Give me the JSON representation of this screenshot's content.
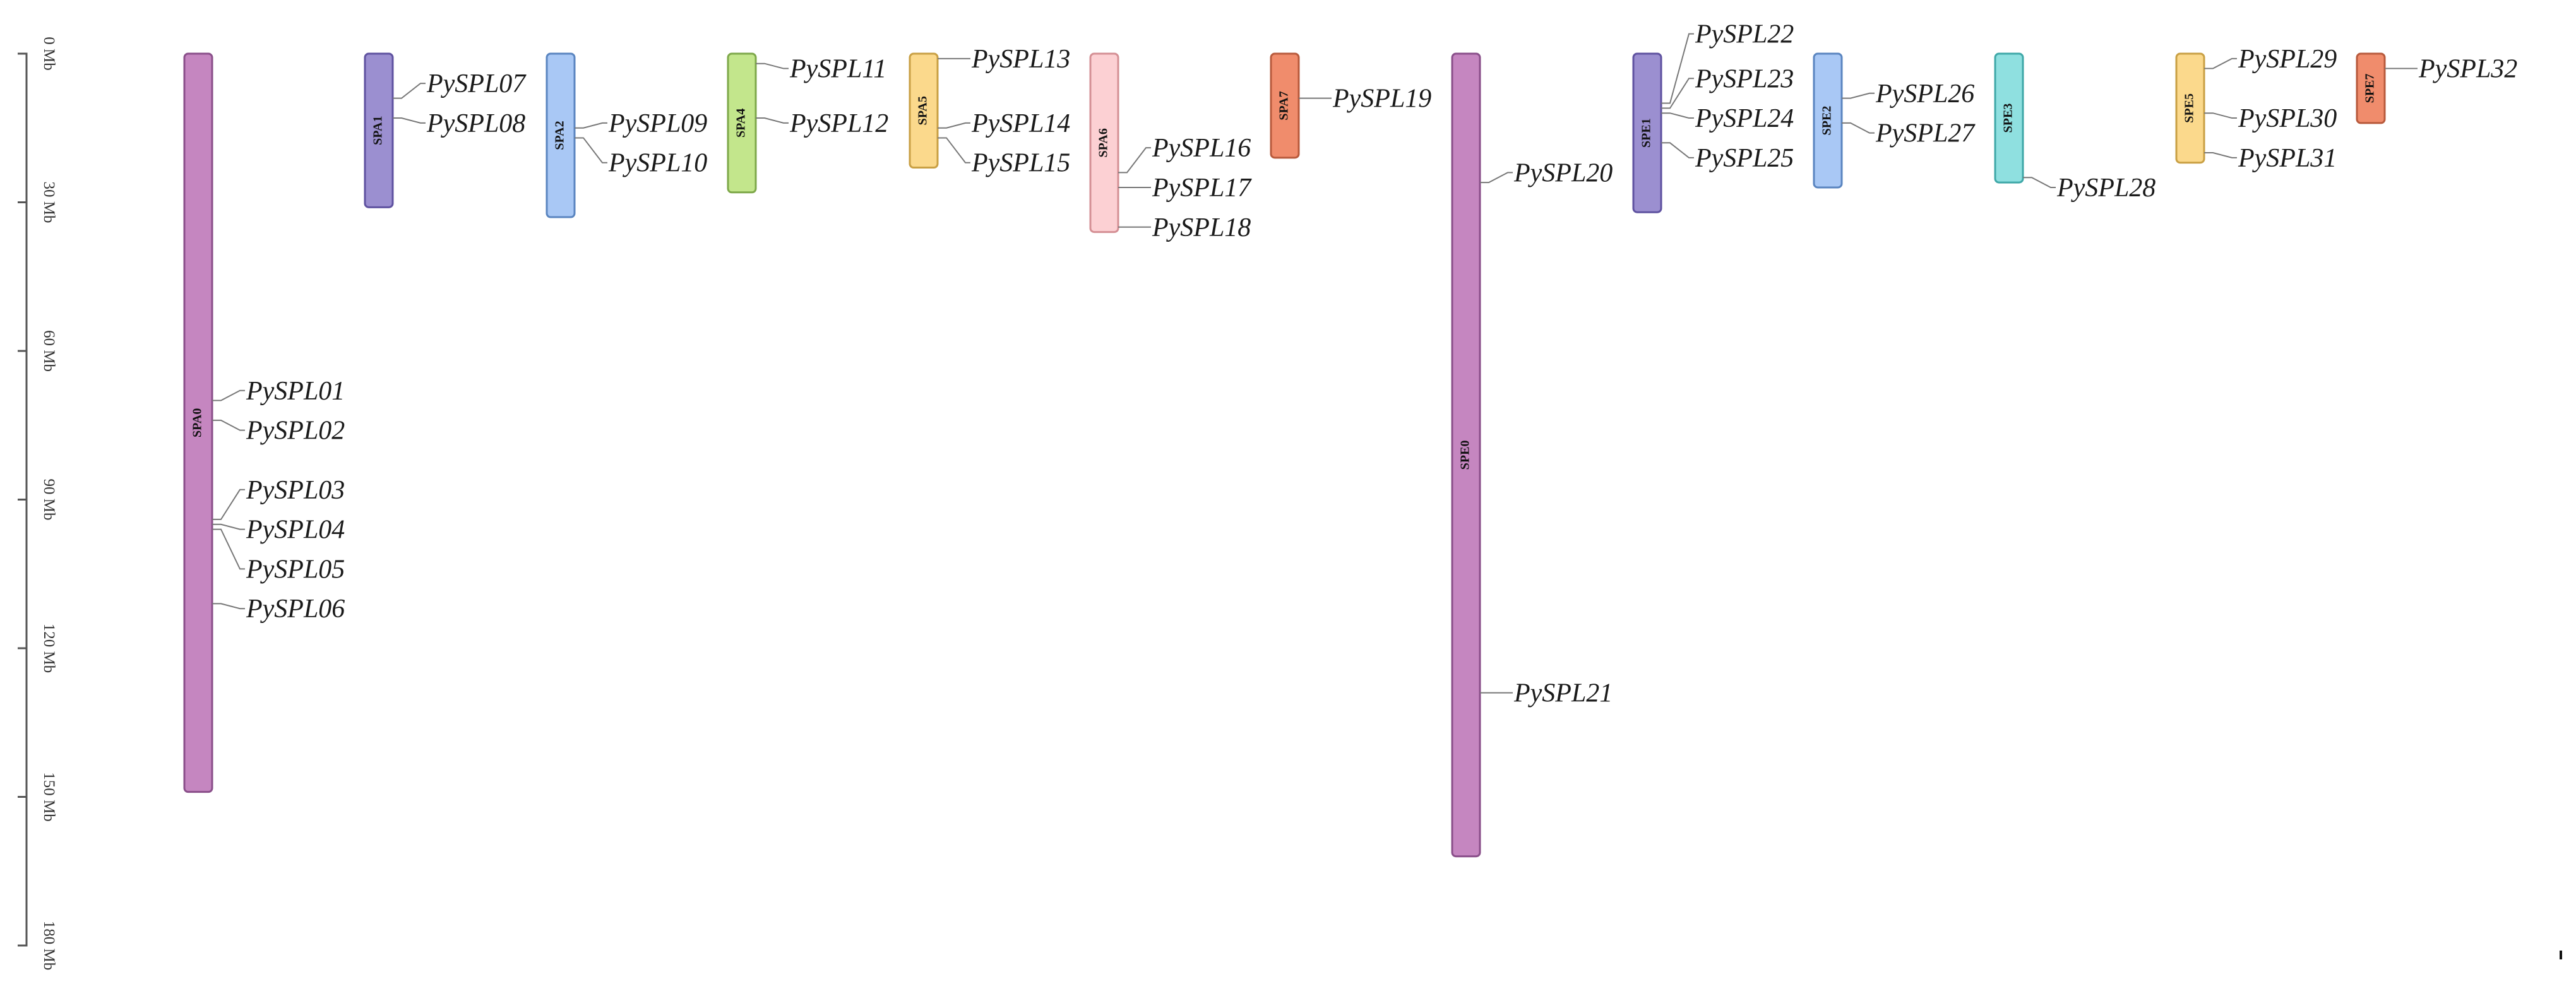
{
  "axis": {
    "unit": "Mb",
    "max": 180,
    "ticks": [
      {
        "value": 0,
        "label": "0 Mb"
      },
      {
        "value": 30,
        "label": "30 Mb"
      },
      {
        "value": 60,
        "label": "60 Mb"
      },
      {
        "value": 90,
        "label": "90 Mb"
      },
      {
        "value": 120,
        "label": "120 Mb"
      },
      {
        "value": 150,
        "label": "150 Mb"
      },
      {
        "value": 180,
        "label": "180 Mb"
      }
    ]
  },
  "chromosomes": [
    {
      "name": "SPA0",
      "length": 149,
      "color": "#c586c0",
      "stroke": "#8a4f8a",
      "genes": [
        {
          "name": "PySPL01",
          "pos": 70,
          "label_pos": 68
        },
        {
          "name": "PySPL02",
          "pos": 74,
          "label_pos": 76
        },
        {
          "name": "PySPL03",
          "pos": 94,
          "label_pos": 88
        },
        {
          "name": "PySPL04",
          "pos": 95,
          "label_pos": 96
        },
        {
          "name": "PySPL05",
          "pos": 96,
          "label_pos": 104
        },
        {
          "name": "PySPL06",
          "pos": 111,
          "label_pos": 112
        }
      ]
    },
    {
      "name": "SPA1",
      "length": 31,
      "color": "#9b8fd0",
      "stroke": "#5f52a0",
      "genes": [
        {
          "name": "PySPL07",
          "pos": 9,
          "label_pos": 6
        },
        {
          "name": "PySPL08",
          "pos": 13,
          "label_pos": 14
        }
      ]
    },
    {
      "name": "SPA2",
      "length": 33,
      "color": "#a9c8f5",
      "stroke": "#5a85c0",
      "genes": [
        {
          "name": "PySPL09",
          "pos": 15,
          "label_pos": 14
        },
        {
          "name": "PySPL10",
          "pos": 17,
          "label_pos": 22
        }
      ]
    },
    {
      "name": "SPA4",
      "length": 28,
      "color": "#c3e68c",
      "stroke": "#7ea84a",
      "genes": [
        {
          "name": "PySPL11",
          "pos": 2,
          "label_pos": 3
        },
        {
          "name": "PySPL12",
          "pos": 13,
          "label_pos": 14
        }
      ]
    },
    {
      "name": "SPA5",
      "length": 23,
      "color": "#fbd98c",
      "stroke": "#c9a044",
      "genes": [
        {
          "name": "PySPL13",
          "pos": 1,
          "label_pos": 1
        },
        {
          "name": "PySPL14",
          "pos": 15,
          "label_pos": 14
        },
        {
          "name": "PySPL15",
          "pos": 17,
          "label_pos": 22
        }
      ]
    },
    {
      "name": "SPA6",
      "length": 36,
      "color": "#fcd0d3",
      "stroke": "#d48f94",
      "genes": [
        {
          "name": "PySPL16",
          "pos": 24,
          "label_pos": 19
        },
        {
          "name": "PySPL17",
          "pos": 27,
          "label_pos": 27
        },
        {
          "name": "PySPL18",
          "pos": 35,
          "label_pos": 35
        }
      ]
    },
    {
      "name": "SPA7",
      "length": 21,
      "color": "#f08c6c",
      "stroke": "#b85a3c",
      "genes": [
        {
          "name": "PySPL19",
          "pos": 9,
          "label_pos": 9
        }
      ]
    },
    {
      "name": "SPE0",
      "length": 162,
      "color": "#c586c0",
      "stroke": "#8a4f8a",
      "genes": [
        {
          "name": "PySPL20",
          "pos": 26,
          "label_pos": 24
        },
        {
          "name": "PySPL21",
          "pos": 129,
          "label_pos": 129
        }
      ]
    },
    {
      "name": "SPE1",
      "length": 32,
      "color": "#9b8fd0",
      "stroke": "#5f52a0",
      "genes": [
        {
          "name": "PySPL22",
          "pos": 10,
          "label_pos": -4
        },
        {
          "name": "PySPL23",
          "pos": 11,
          "label_pos": 5
        },
        {
          "name": "PySPL24",
          "pos": 12,
          "label_pos": 13
        },
        {
          "name": "PySPL25",
          "pos": 18,
          "label_pos": 21
        }
      ]
    },
    {
      "name": "SPE2",
      "length": 27,
      "color": "#a9c8f5",
      "stroke": "#5a85c0",
      "genes": [
        {
          "name": "PySPL26",
          "pos": 9,
          "label_pos": 8
        },
        {
          "name": "PySPL27",
          "pos": 14,
          "label_pos": 16
        }
      ]
    },
    {
      "name": "SPE3",
      "length": 26,
      "color": "#8fe0e0",
      "stroke": "#3fa8a8",
      "genes": [
        {
          "name": "PySPL28",
          "pos": 25,
          "label_pos": 27
        }
      ]
    },
    {
      "name": "SPE5",
      "length": 22,
      "color": "#fbd98c",
      "stroke": "#c9a044",
      "genes": [
        {
          "name": "PySPL29",
          "pos": 3,
          "label_pos": 1
        },
        {
          "name": "PySPL30",
          "pos": 12,
          "label_pos": 13
        },
        {
          "name": "PySPL31",
          "pos": 20,
          "label_pos": 21
        }
      ]
    },
    {
      "name": "SPE7",
      "length": 14,
      "color": "#f08c6c",
      "stroke": "#b85a3c",
      "genes": [
        {
          "name": "PySPL32",
          "pos": 3,
          "label_pos": 3
        }
      ]
    }
  ]
}
